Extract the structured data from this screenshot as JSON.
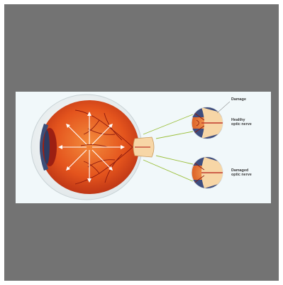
{
  "labels": {
    "damage": "Damage",
    "healthy_line1": "Healthy",
    "healthy_line2": "optic nerve",
    "damaged_line1": "Damaged",
    "damaged_line2": "optic nerve"
  },
  "colors": {
    "frame_border": "#737373",
    "panel_background": "#f1f8fa",
    "retina": "#e4541d",
    "nerve": "#f7d6a6"
  }
}
